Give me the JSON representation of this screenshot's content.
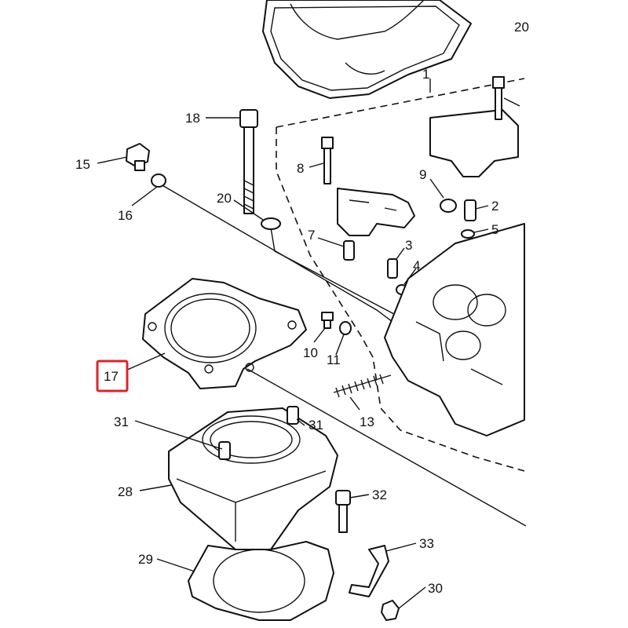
{
  "diagram": {
    "highlight_color": "#d9262b",
    "labels": {
      "p1": "1",
      "p2": "2",
      "p3": "3",
      "p4": "4",
      "p5": "5",
      "p7": "7",
      "p8": "8",
      "p9": "9",
      "p10": "10",
      "p11": "11",
      "p13": "13",
      "p15": "15",
      "p16": "16",
      "p17": "17",
      "p18": "18",
      "p20": "20",
      "p20b": "20",
      "p28": "28",
      "p29": "29",
      "p30": "30",
      "p31a": "31",
      "p31b": "31",
      "p32": "32",
      "p33": "33"
    },
    "highlighted_part": "17"
  }
}
